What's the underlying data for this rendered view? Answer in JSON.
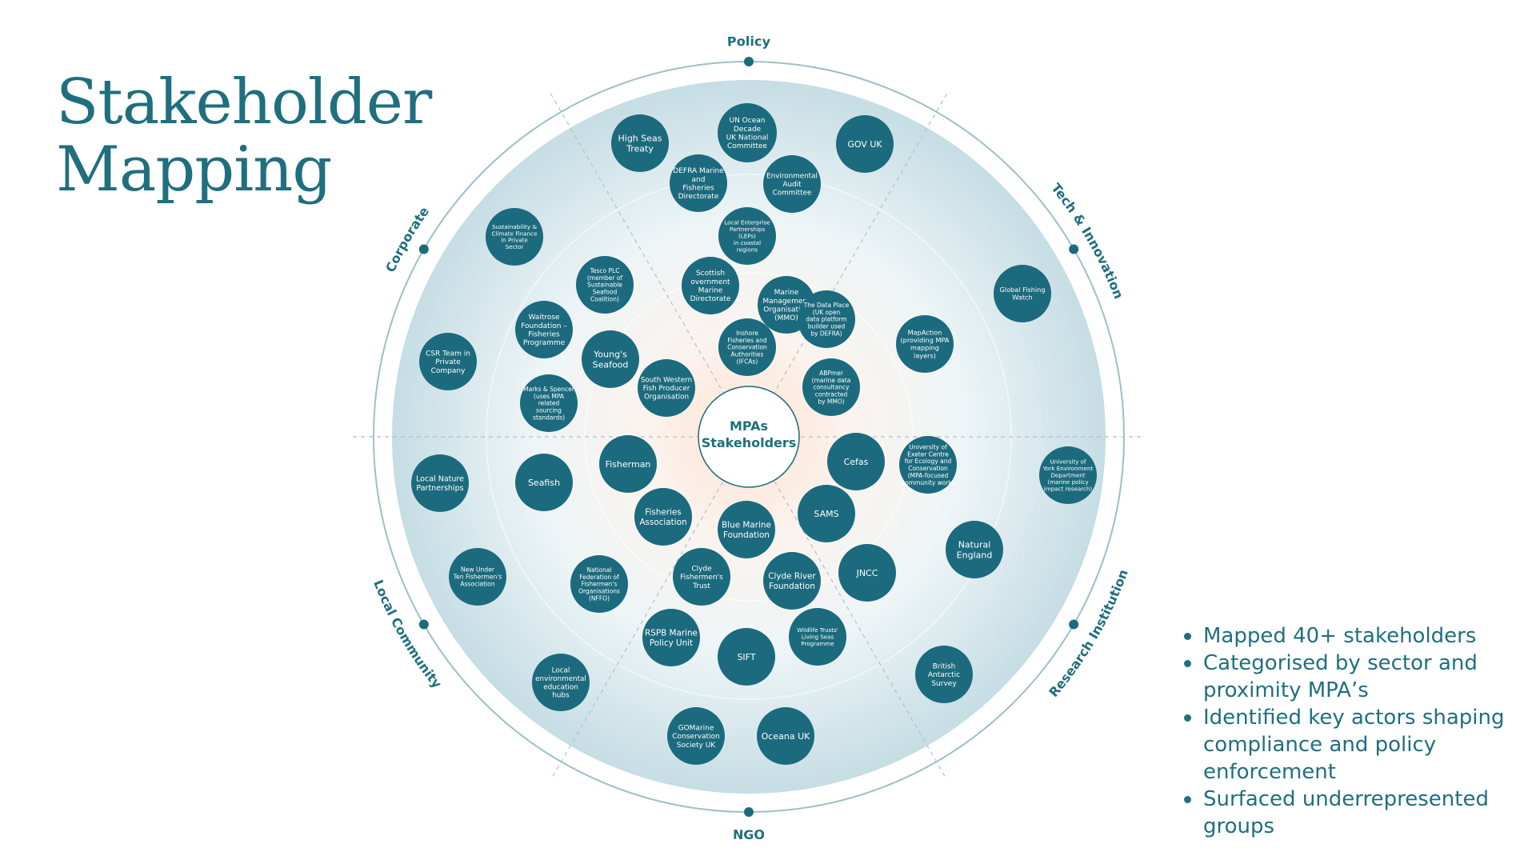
{
  "title": {
    "line1": "Stakeholder",
    "line2": "Mapping"
  },
  "center_label": [
    "MPAs",
    "Stakeholders"
  ],
  "colors": {
    "node": "#1c6a7d",
    "accent": "#1f6f7e",
    "ring": "#9cc0c8",
    "disc_edge": "#c7dde3",
    "warm_center": "#fde6d7"
  },
  "sectors": [
    "Policy",
    "Tech & Innovation",
    "Research Institution",
    "NGO",
    "Local Community",
    "Corporate"
  ],
  "stakeholders": [
    {
      "name": "UN Ocean Decade UK National Committee",
      "lines": [
        "UN Ocean",
        "Decade",
        "UK National",
        "Committee"
      ]
    },
    {
      "name": "High Seas Treaty",
      "lines": [
        "High Seas",
        "Treaty"
      ]
    },
    {
      "name": "GOV UK",
      "lines": [
        "GOV UK"
      ]
    },
    {
      "name": "DEFRA Marine and Fisheries Directorate",
      "lines": [
        "DEFRA Marine",
        "and",
        "Fisheries",
        "Directorate"
      ]
    },
    {
      "name": "Environmental Audit Committee",
      "lines": [
        "Environmental",
        "Audit",
        "Committee"
      ]
    },
    {
      "name": "Local Enterprise Partnerships (LEPs) in coastal regions",
      "lines": [
        "Local Enterprise",
        "Partnerships",
        "(LEPs)",
        "in coastal",
        "regions"
      ]
    },
    {
      "name": "Scottish Government Marine Directorate",
      "lines": [
        "Scottish",
        "overnment",
        "Marine",
        "Directorate"
      ]
    },
    {
      "name": "Marine Management Organisation (MMO)",
      "lines": [
        "Marine",
        "Management",
        "Organisation",
        "(MMO)"
      ]
    },
    {
      "name": "Inshore Fisheries and Conservation Authorities (IFCAs)",
      "lines": [
        "Inshore",
        "Fisheries and",
        "Conservation",
        "Authorities",
        "(IFCAs)"
      ]
    },
    {
      "name": "Sustainability & Climate Finance in Private Sector",
      "lines": [
        "Sustainability &",
        "Climate Finance",
        "in Private",
        "Sector"
      ]
    },
    {
      "name": "Tesco PLC (member of Sustainable Seafood Coalition)",
      "lines": [
        "Tesco PLC",
        "(member of",
        "Sustainable",
        "Seafood",
        "Coalition)"
      ]
    },
    {
      "name": "Waitrose Foundation – Fisheries Programme",
      "lines": [
        "Waitrose",
        "Foundation –",
        "Fisheries",
        "Programme"
      ]
    },
    {
      "name": "Young's Seafood",
      "lines": [
        "Young's",
        "Seafood"
      ]
    },
    {
      "name": "CSR Team in Private Company",
      "lines": [
        "CSR Team in",
        "Private",
        "Company"
      ]
    },
    {
      "name": "Marks & Spencer (uses MPA related sourcing standards)",
      "lines": [
        "Marks & Spencer",
        "(uses MPA",
        "related",
        "sourcing",
        "standards)"
      ]
    },
    {
      "name": "South Western Fish Producer Organisation",
      "lines": [
        "South Western",
        "Fish Producer",
        "Organisation"
      ]
    },
    {
      "name": "The Data Place (UK open data platform builder used by DEFRA)",
      "lines": [
        "The Data Place",
        "(UK open",
        "data platform",
        "builder used",
        "by DEFRA)"
      ]
    },
    {
      "name": "Global Fishing Watch",
      "lines": [
        "Global Fishing",
        "Watch"
      ]
    },
    {
      "name": "MapAction (providing MPA mapping layers)",
      "lines": [
        "MapAction",
        "(providing MPA",
        "mapping",
        "layers)"
      ]
    },
    {
      "name": "ABPmer (marine data consultancy contracted by MMO)",
      "lines": [
        "ABPmer",
        "(marine data",
        "consultancy",
        "contracted",
        "by MMO)"
      ]
    },
    {
      "name": "Cefas",
      "lines": [
        "Cefas"
      ]
    },
    {
      "name": "University of Exeter Centre for Ecology and Conservation (MPA-focused community work)",
      "lines": [
        "University of",
        "Exeter Centre",
        "for Ecology and",
        "Conservation",
        "(MPA-focused",
        "community work)"
      ]
    },
    {
      "name": "University of York Environment Department (marine policy impact research)",
      "lines": [
        "University of",
        "York Environment",
        "Department",
        "(marine policy",
        "impact research)"
      ]
    },
    {
      "name": "SAMS",
      "lines": [
        "SAMS"
      ]
    },
    {
      "name": "Natural England",
      "lines": [
        "Natural",
        "England"
      ]
    },
    {
      "name": "JNCC",
      "lines": [
        "JNCC"
      ]
    },
    {
      "name": "British Antarctic Survey",
      "lines": [
        "British",
        "Antarctic",
        "Survey"
      ]
    },
    {
      "name": "Fisherman",
      "lines": [
        "Fisherman"
      ]
    },
    {
      "name": "Seafish",
      "lines": [
        "Seafish"
      ]
    },
    {
      "name": "Local Nature Partnerships",
      "lines": [
        "Local Nature",
        "Partnerships"
      ]
    },
    {
      "name": "Fisheries Association",
      "lines": [
        "Fisheries",
        "Association"
      ]
    },
    {
      "name": "New Under Ten Fishermen's Association",
      "lines": [
        "New Under",
        "Ten Fishermen's",
        "Association"
      ]
    },
    {
      "name": "National Federation of Fishermen's Organisations (NFFO)",
      "lines": [
        "National",
        "Federation of",
        "Fishermen's",
        "Organisations",
        "(NFFO)"
      ]
    },
    {
      "name": "Local environmental education hubs",
      "lines": [
        "Local",
        "environmental",
        "education",
        "hubs"
      ]
    },
    {
      "name": "Blue Marine Foundation",
      "lines": [
        "Blue Marine",
        "Foundation"
      ]
    },
    {
      "name": "Clyde Fishermen's Trust",
      "lines": [
        "Clyde",
        "Fishermen's",
        "Trust"
      ]
    },
    {
      "name": "Clyde River Foundation",
      "lines": [
        "Clyde River",
        "Foundation"
      ]
    },
    {
      "name": "RSPB Marine Policy Unit",
      "lines": [
        "RSPB Marine",
        "Policy Unit"
      ]
    },
    {
      "name": "SIFT",
      "lines": [
        "SIFT"
      ]
    },
    {
      "name": "Wildlife Trusts' Living Seas Programme",
      "lines": [
        "Wildlife Trusts'",
        "Living Seas",
        "Programme"
      ]
    },
    {
      "name": "GOMarine Conservation Society UK",
      "lines": [
        "GOMarine",
        "Conservation",
        "Society UK"
      ]
    },
    {
      "name": "Oceana UK",
      "lines": [
        "Oceana UK"
      ]
    }
  ],
  "bullets": [
    "Mapped 40+ stakeholders",
    "Categorised by sector and proximity MPA’s",
    "Identified key actors shaping compliance and policy enforcement",
    "Surfaced underrepresented groups"
  ]
}
